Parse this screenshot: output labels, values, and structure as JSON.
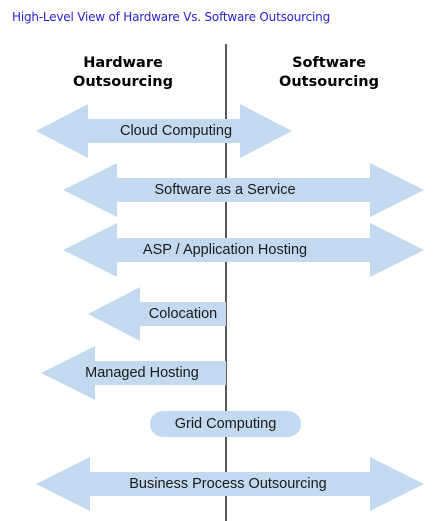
{
  "title": "High-Level View of Hardware Vs. Software Outsourcing",
  "columns": {
    "hardware": [
      "Hardware",
      "Outsourcing"
    ],
    "software": [
      "Software",
      "Outsourcing"
    ]
  },
  "colors": {
    "shape_fill": "#c3d9ef",
    "title": "#2a1fd0",
    "divider": "#000000"
  },
  "items": [
    {
      "label": "Cloud Computing",
      "shape": "double-arrow"
    },
    {
      "label": "Software as a Service",
      "shape": "double-arrow"
    },
    {
      "label": "ASP / Application Hosting",
      "shape": "double-arrow"
    },
    {
      "label": "Colocation",
      "shape": "left-arrow"
    },
    {
      "label": "Managed Hosting",
      "shape": "left-arrow"
    },
    {
      "label": "Grid Computing",
      "shape": "pill"
    },
    {
      "label": "Business Process Outsourcing",
      "shape": "double-arrow"
    }
  ]
}
